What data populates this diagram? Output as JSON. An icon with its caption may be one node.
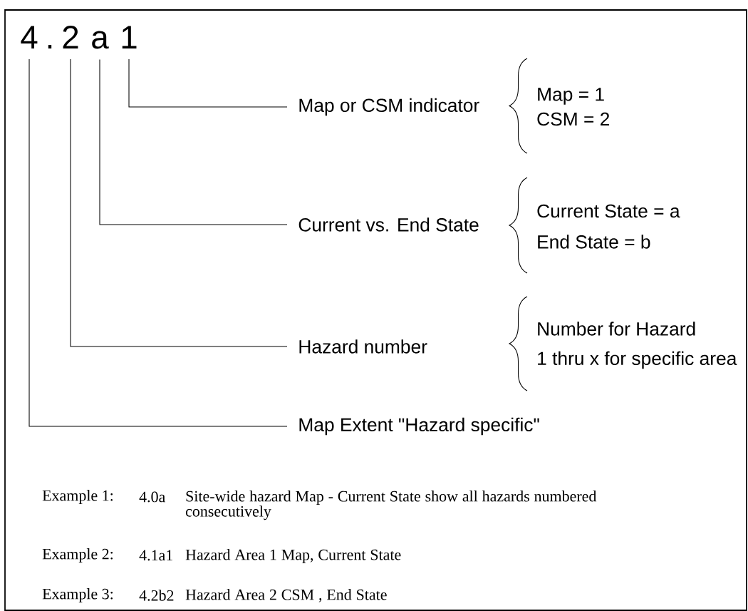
{
  "diagram": {
    "nodes": [
      {
        "text": [
          "4"
        ]
      },
      {
        "text": [
          "2"
        ]
      },
      {
        "text": [
          "a"
        ]
      },
      {
        "text": [
          "1"
        ]
      },
      {
        "text": [
          "Map or CSM indicator"
        ]
      },
      {
        "text": [
          "Current vs. End State"
        ]
      },
      {
        "text": [
          "Hazard number"
        ]
      },
      {
        "text": [
          "Map Extent \"Hazard specific\""
        ]
      }
    ],
    "edges": [
      {
        "from": 4,
        "to": 3,
        "arrow": "none"
      },
      {
        "from": 5,
        "to": 2,
        "arrow": "none"
      },
      {
        "from": 6,
        "to": 1,
        "arrow": "none"
      },
      {
        "from": 7,
        "to": 0,
        "arrow": "none"
      }
    ],
    "labels": [
      ".",
      "Map = 1",
      "CSM = 2",
      "Current State = a",
      "End State = b",
      "Number for Hazard",
      "1 thru x for specific area",
      "Example 1:",
      "4.0a",
      "Site-wide hazard Map - Current State show all hazards numbered consecutively",
      "Example 2:",
      "4.1a1",
      "Hazard Area 1 Map, Current State",
      "Example 3:",
      "4.2b2",
      "Hazard Area 2 CSM ,  End State"
    ]
  }
}
